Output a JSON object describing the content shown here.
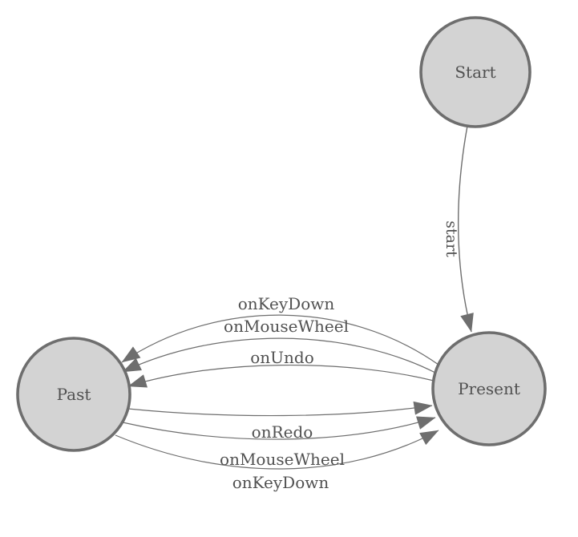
{
  "diagram": {
    "type": "state-machine",
    "colors": {
      "background": "#ffffff",
      "node_fill": "#d3d3d3",
      "node_stroke": "#6e6e6e",
      "edge": "#6e6e6e",
      "text": "#515151"
    },
    "nodes": [
      {
        "id": "start",
        "label": "Start"
      },
      {
        "id": "present",
        "label": "Present"
      },
      {
        "id": "past",
        "label": "Past"
      }
    ],
    "edges": [
      {
        "from": "Start",
        "to": "Present",
        "label": "start"
      },
      {
        "from": "Present",
        "to": "Past",
        "label": "onKeyDown"
      },
      {
        "from": "Present",
        "to": "Past",
        "label": "onMouseWheel"
      },
      {
        "from": "Present",
        "to": "Past",
        "label": "onUndo"
      },
      {
        "from": "Past",
        "to": "Present",
        "label": "onRedo"
      },
      {
        "from": "Past",
        "to": "Present",
        "label": "onMouseWheel"
      },
      {
        "from": "Past",
        "to": "Present",
        "label": "onKeyDown"
      }
    ]
  }
}
